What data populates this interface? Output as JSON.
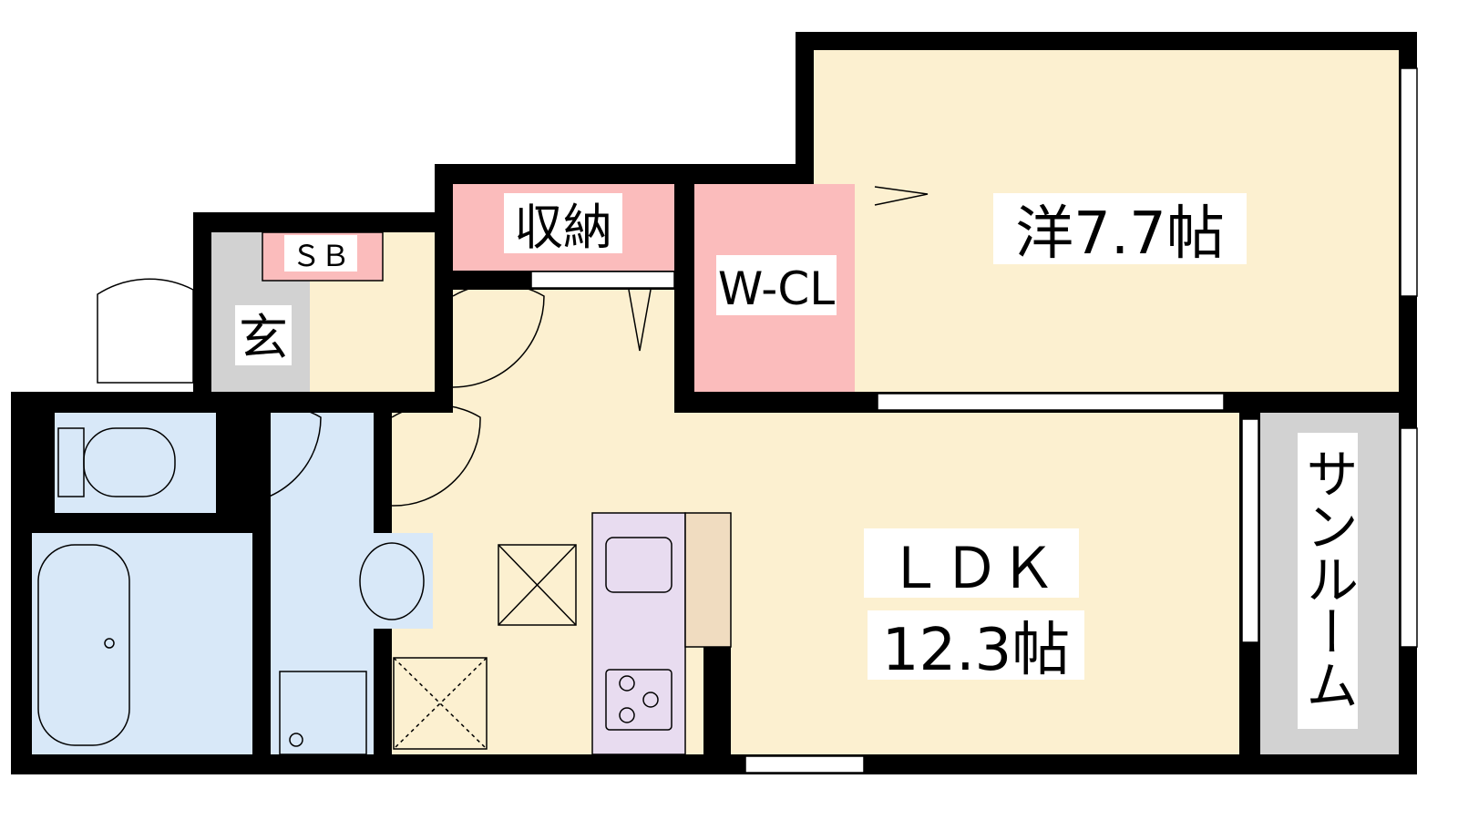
{
  "rooms": {
    "western": {
      "label": "洋7.7帖"
    },
    "storage": {
      "label": "収納"
    },
    "walk_in_closet": {
      "label": "W-CL"
    },
    "shoe_box": {
      "label": "ＳＢ"
    },
    "entrance": {
      "label": "玄"
    },
    "ldk": {
      "label": "ＬＤＫ",
      "size": "12.3帖"
    },
    "sunroom": {
      "label": "サンルーム"
    }
  },
  "colors": {
    "living": "#fcf0d0",
    "storage": "#fbbcbc",
    "wet": "#d8e8f8",
    "gray": "#d2d2d2",
    "kitchen": "#e8dcf0",
    "counter": "#f0dcc0",
    "wall": "#000000"
  }
}
